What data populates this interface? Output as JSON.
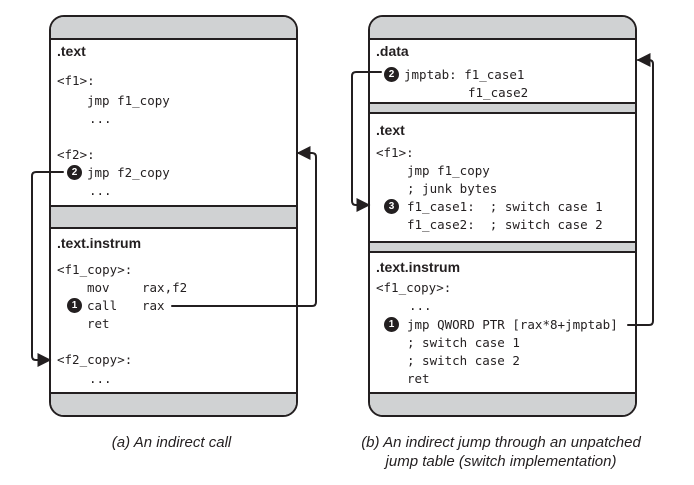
{
  "left": {
    "text_section": {
      "title": ".text",
      "f1_label": "<f1>:",
      "f1_jmp": "jmp f1_copy",
      "f1_dots": "...",
      "f2_label": "<f2>:",
      "f2_marker": "2",
      "f2_jmp": "jmp f2_copy",
      "f2_dots": "..."
    },
    "instrum_section": {
      "title": ".text.instrum",
      "f1_copy_label": "<f1_copy>:",
      "mov_op": "mov",
      "mov_args": "rax,f2",
      "call_marker": "1",
      "call_op": "call",
      "call_args": "rax",
      "ret": "ret",
      "f2_copy_label": "<f2_copy>:",
      "f2_copy_dots": "..."
    },
    "caption": "(a) An indirect call"
  },
  "right": {
    "data_section": {
      "title": ".data",
      "marker": "2",
      "line1": "jmptab: f1_case1",
      "line2": "f1_case2"
    },
    "text_section": {
      "title": ".text",
      "f1_label": "<f1>:",
      "jmp": "jmp f1_copy",
      "junk": "; junk bytes",
      "case_marker": "3",
      "case1": "f1_case1:  ; switch case 1",
      "case2": "f1_case2:  ; switch case 2"
    },
    "instrum_section": {
      "title": ".text.instrum",
      "f1_copy_label": "<f1_copy>:",
      "dots": "...",
      "marker": "1",
      "jmp_line": "jmp QWORD PTR [rax*8+jmptab]",
      "switch1": "; switch case 1",
      "switch2": "; switch case 2",
      "ret": "ret"
    },
    "caption_line1": "(b) An indirect jump through an unpatched",
    "caption_line2": "jump table (switch implementation)"
  },
  "colors": {
    "ink": "#231f20",
    "gray_bar": "#d0d2d3"
  }
}
